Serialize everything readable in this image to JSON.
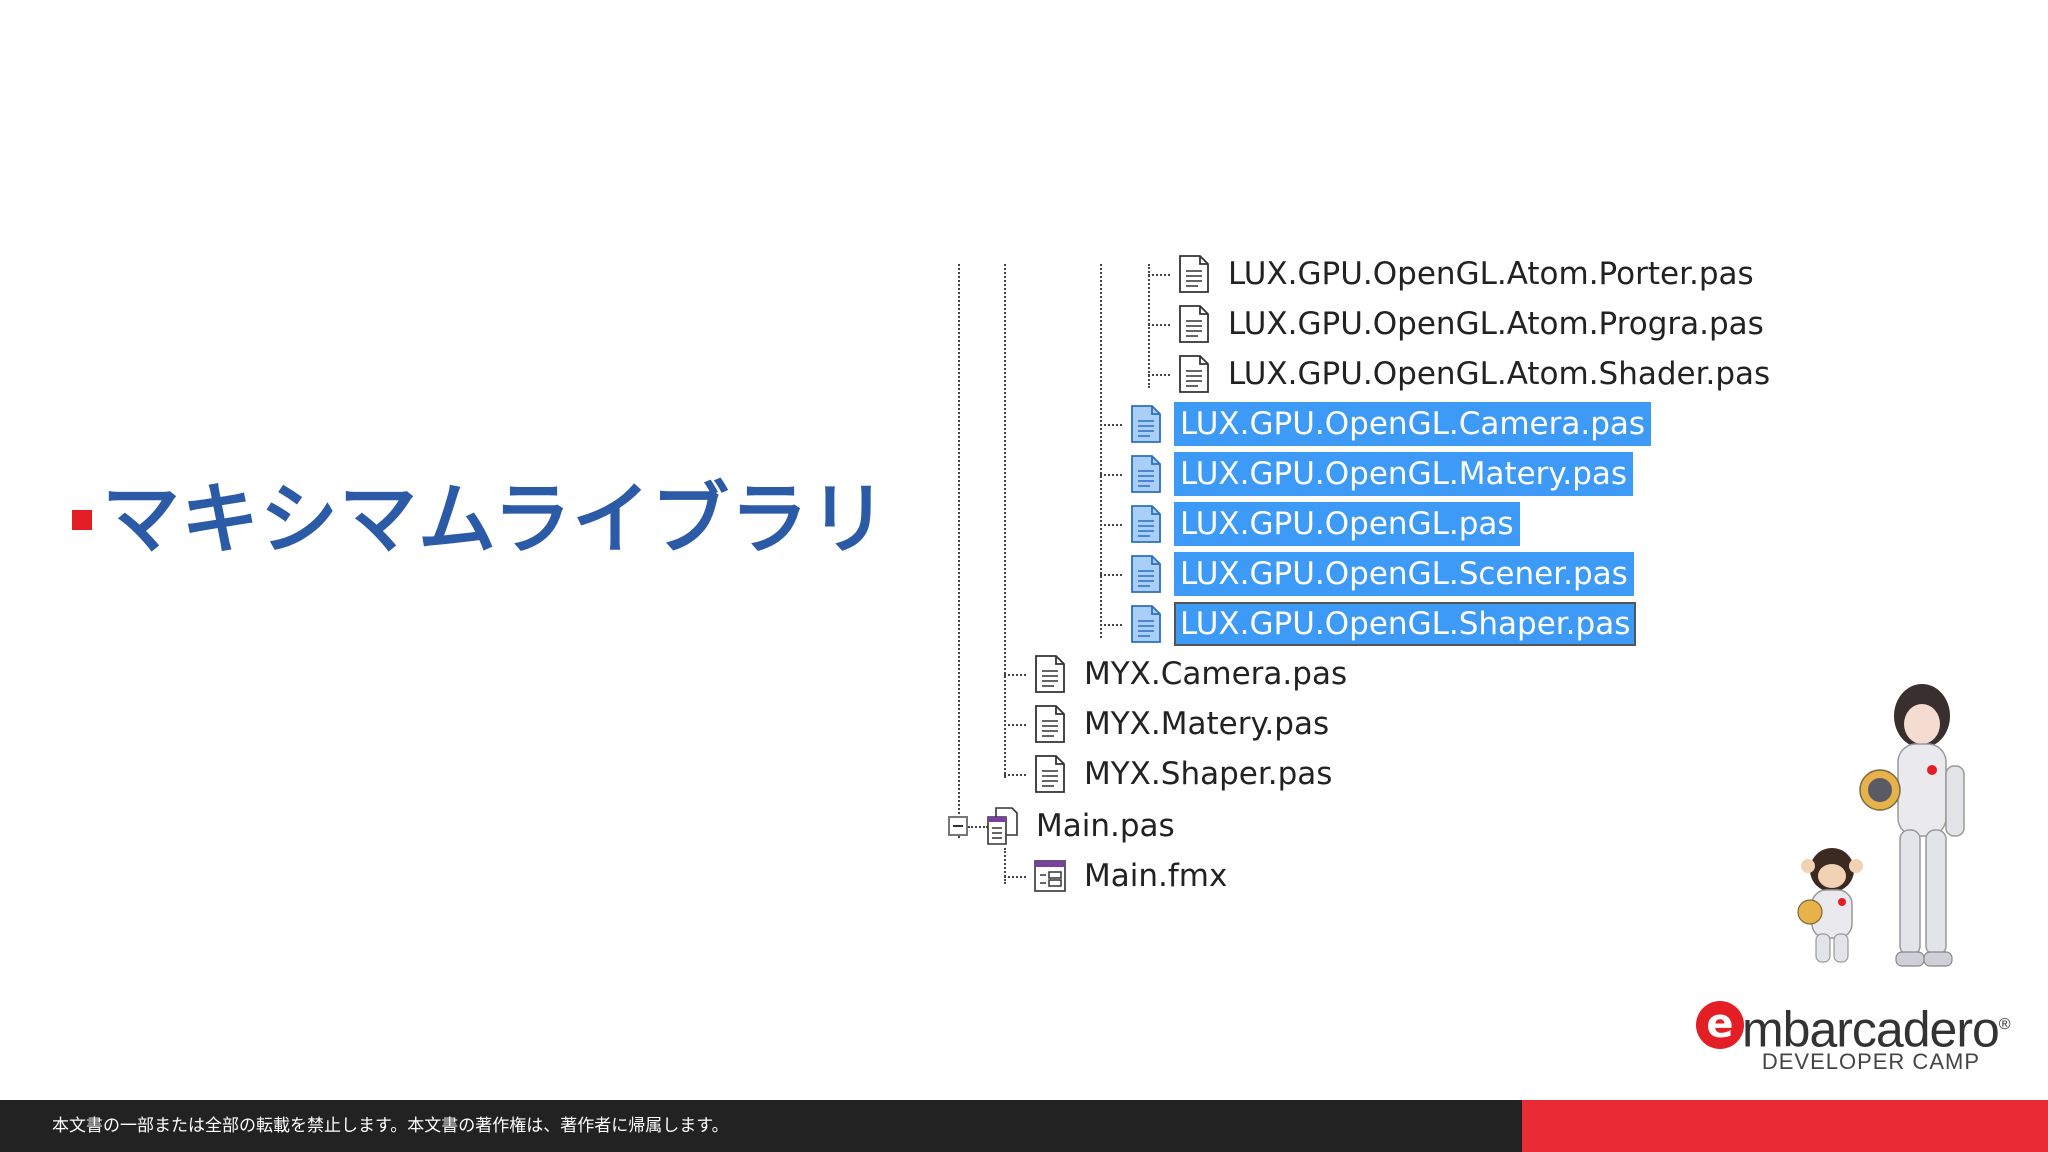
{
  "slide": {
    "title": "マキシマムライブラリ",
    "footer_text": "本文書の一部または全部の転載を禁止します。本文書の著作権は、著作者に帰属します。"
  },
  "tree": {
    "items": [
      {
        "label": "LUX.GPU.OpenGL.Atom.Porter.pas",
        "icon": "pas-file-icon",
        "selected": false
      },
      {
        "label": "LUX.GPU.OpenGL.Atom.Progra.pas",
        "icon": "pas-file-icon",
        "selected": false
      },
      {
        "label": "LUX.GPU.OpenGL.Atom.Shader.pas",
        "icon": "pas-file-icon",
        "selected": false
      },
      {
        "label": "LUX.GPU.OpenGL.Camera.pas",
        "icon": "pas-file-icon",
        "selected": true
      },
      {
        "label": "LUX.GPU.OpenGL.Matery.pas",
        "icon": "pas-file-icon",
        "selected": true
      },
      {
        "label": "LUX.GPU.OpenGL.pas",
        "icon": "pas-file-icon",
        "selected": true
      },
      {
        "label": "LUX.GPU.OpenGL.Scener.pas",
        "icon": "pas-file-icon",
        "selected": true
      },
      {
        "label": "LUX.GPU.OpenGL.Shaper.pas",
        "icon": "pas-file-icon",
        "selected": true,
        "focused": true
      },
      {
        "label": "MYX.Camera.pas",
        "icon": "pas-file-icon",
        "selected": false
      },
      {
        "label": "MYX.Matery.pas",
        "icon": "pas-file-icon",
        "selected": false
      },
      {
        "label": "MYX.Shaper.pas",
        "icon": "pas-file-icon",
        "selected": false
      },
      {
        "label": "Main.pas",
        "icon": "form-unit-icon",
        "selected": false,
        "expanded": true
      },
      {
        "label": "Main.fmx",
        "icon": "fmx-form-icon",
        "selected": false
      }
    ]
  },
  "logo": {
    "brand_letter": "e",
    "brand_rest": "mbarcadero",
    "registered": "®",
    "subtitle": "DEVELOPER CAMP"
  },
  "colors": {
    "title": "#2b5aa6",
    "bullet": "#e31e24",
    "selection": "#3d9af6",
    "footer_dark": "#222222",
    "footer_red": "#ea2a35"
  }
}
